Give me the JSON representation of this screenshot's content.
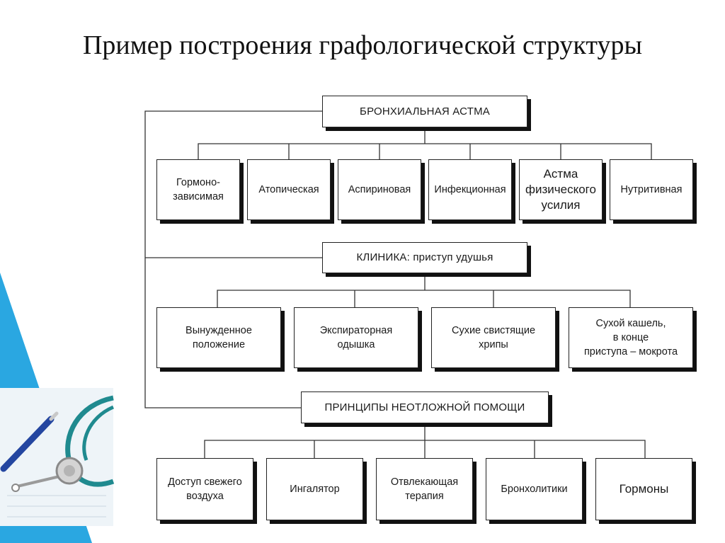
{
  "title": "Пример построения графологической структуры",
  "colors": {
    "accent": "#2aa7e1",
    "line": "#333333",
    "shadow": "#111111"
  },
  "diagram": {
    "asthma": {
      "header": "БРОНХИАЛЬНАЯ АСТМА",
      "types": [
        "Гормоно-\nзависимая",
        "Атопическая",
        "Аспириновая",
        "Инфекционная",
        "Астма\nфизического\nусилия",
        "Нутритивная"
      ]
    },
    "clinic": {
      "header": "КЛИНИКА: приступ удушья",
      "signs": [
        "Вынужденное\nположение",
        "Экспираторная\nодышка",
        "Сухие свистящие\nхрипы",
        "Сухой кашель,\nв конце\nприступа – мокрота"
      ]
    },
    "care": {
      "header": "ПРИНЦИПЫ НЕОТЛОЖНОЙ ПОМОЩИ",
      "measures": [
        "Доступ свежего\nвоздуха",
        "Ингалятор",
        "Отвлекающая\nтерапия",
        "Бронхолитики",
        "Гормоны"
      ]
    }
  }
}
